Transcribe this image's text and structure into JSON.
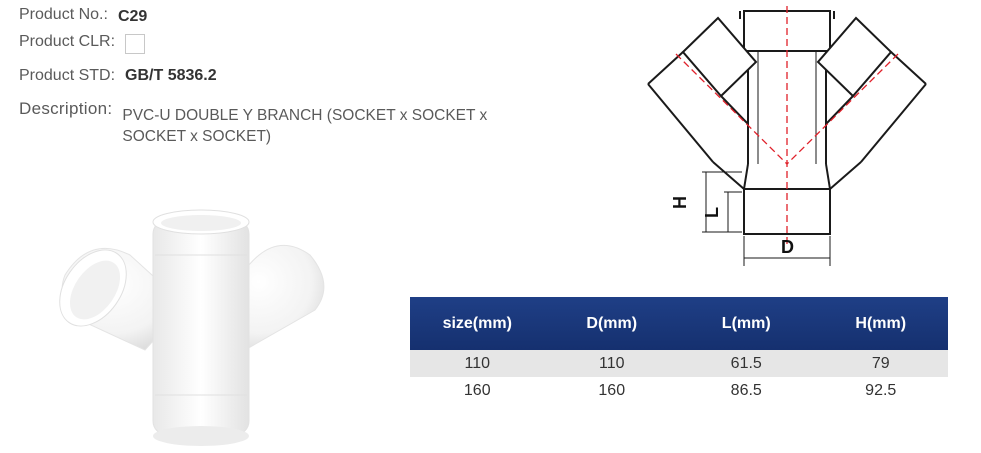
{
  "product": {
    "no_label": "Product No.:",
    "no_value": "C29",
    "clr_label": "Product CLR:",
    "std_label": "Product STD:",
    "std_value": "GB/T 5836.2",
    "desc_label": "Description:",
    "desc_value": "PVC-U DOUBLE Y BRANCH (SOCKET x SOCKET x SOCKET x SOCKET)"
  },
  "drawing": {
    "h_label": "H",
    "l_label": "L",
    "d_label": "D"
  },
  "table": {
    "headers": [
      "size(mm)",
      "D(mm)",
      "L(mm)",
      "H(mm)"
    ],
    "rows": [
      [
        "110",
        "110",
        "61.5",
        "79"
      ],
      [
        "160",
        "160",
        "86.5",
        "92.5"
      ]
    ]
  },
  "colors": {
    "header_bg": "#1b3a7d",
    "row_shade": "#e6e6e6",
    "centerline": "#e0202a"
  }
}
